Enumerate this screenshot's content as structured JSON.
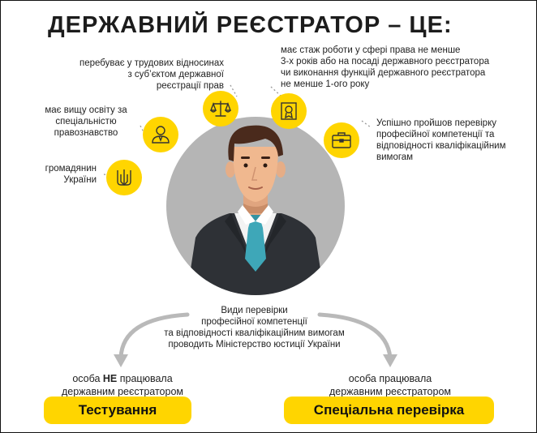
{
  "title": "ДЕРЖАВНИЙ РЕЄСТРАТОР – ЦЕ:",
  "requirements": {
    "employment": [
      "перебуває у трудових відносинах",
      "з суб’єктом державної",
      "реєстрації прав"
    ],
    "experience": [
      "має стаж роботи у сфері права не менше",
      "3-х років або на посаді державного реєстратора",
      "чи виконання функцій державного реєстратора",
      "не менше 1-ого року"
    ],
    "education": [
      "має вищу освіту за",
      "спеціальністю",
      "правознавство"
    ],
    "competence": [
      "Успішно пройшов перевірку",
      "професійної компетенції та",
      "відповідності кваліфікаційним",
      "вимогам"
    ],
    "citizen": [
      "громадянин",
      "України"
    ]
  },
  "center_text": [
    "Види перевірки",
    "професійної компетенції",
    "та відповідності кваліфікаційним вимогам",
    "проводить Міністерство юстиції України"
  ],
  "left_branch": {
    "line1_prefix": "особа ",
    "line1_bold": "НЕ",
    "line1_suffix": " працювала",
    "line2": "державним реєстратором",
    "button": "Тестування"
  },
  "right_branch": {
    "line1": "особа працювала",
    "line2": "державним реєстратором",
    "button": "Спеціальна перевірка"
  },
  "colors": {
    "accent": "#ffd500",
    "circle": "#b5b5b5",
    "suit": "#2e3136",
    "tie": "#3ea7b8",
    "arrow": "#b9b9b9"
  },
  "icons": [
    "scales-icon",
    "certificate-icon",
    "person-icon",
    "briefcase-icon",
    "trident-icon"
  ]
}
